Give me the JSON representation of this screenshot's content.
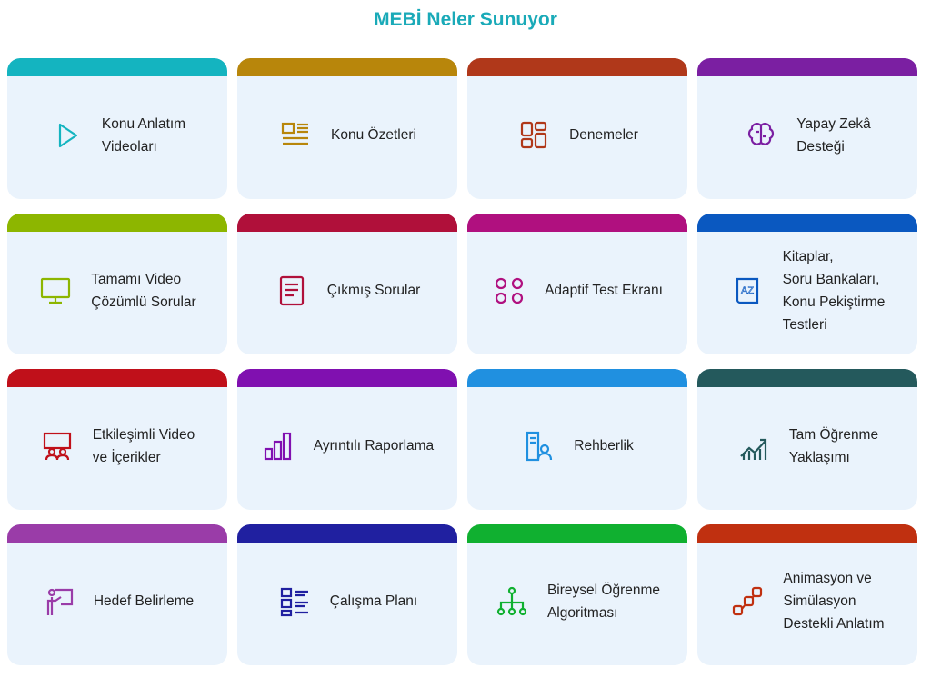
{
  "title": "MEBİ Neler Sunuyor",
  "cards": [
    {
      "label": "Konu Anlatım\nVideoları",
      "color": "#14b4c0",
      "icon": "play-icon"
    },
    {
      "label": "Konu Özetleri",
      "color": "#b8860b",
      "icon": "article-icon"
    },
    {
      "label": "Denemeler",
      "color": "#b0381a",
      "icon": "layout-icon"
    },
    {
      "label": "Yapay Zekâ\nDesteği",
      "color": "#7b1fa2",
      "icon": "ai-brain-icon"
    },
    {
      "label": "Tamamı Video\nÇözümlü Sorular",
      "color": "#8db600",
      "icon": "monitor-icon"
    },
    {
      "label": "Çıkmış Sorular",
      "color": "#b0103a",
      "icon": "document-icon"
    },
    {
      "label": "Adaptif Test Ekranı",
      "color": "#b0107f",
      "icon": "circles-icon"
    },
    {
      "label": "Kitaplar,\nSoru Bankaları,\nKonu Pekiştirme\nTestleri",
      "color": "#0a58c0",
      "icon": "dictionary-icon"
    },
    {
      "label": "Etkileşimli Video\nve İçerikler",
      "color": "#c0101a",
      "icon": "presentation-icon"
    },
    {
      "label": "Ayrıntılı Raporlama",
      "color": "#8010b0",
      "icon": "bar-chart-icon"
    },
    {
      "label": "Rehberlik",
      "color": "#2090e0",
      "icon": "guidance-icon"
    },
    {
      "label": "Tam Öğrenme\nYaklaşımı",
      "color": "#24595c",
      "icon": "growth-chart-icon"
    },
    {
      "label": "Hedef Belirleme",
      "color": "#9a3ca8",
      "icon": "target-board-icon"
    },
    {
      "label": "Çalışma Planı",
      "color": "#2020a0",
      "icon": "list-icon"
    },
    {
      "label": "Bireysel Öğrenme\nAlgoritması",
      "color": "#10b030",
      "icon": "hierarchy-icon"
    },
    {
      "label": "Animasyon ve\nSimülasyon\nDestekli Anlatım",
      "color": "#c03010",
      "icon": "nodes-icon"
    }
  ]
}
